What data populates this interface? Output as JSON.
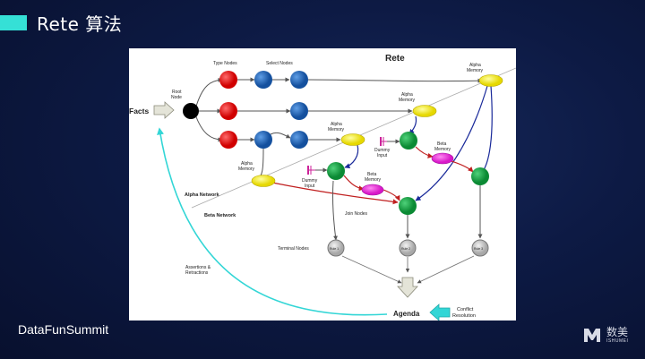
{
  "slide": {
    "title": "Rete 算法",
    "footer": "DataFunSummit"
  },
  "logo": {
    "text": "数美",
    "subtext": "ISHUMEI",
    "icon": "m-logo-icon"
  },
  "diagram": {
    "title": "Rete",
    "labels": {
      "facts": "Facts",
      "root_node_1": "Root",
      "root_node_2": "Node",
      "type_nodes": "Type Nodes",
      "select_nodes": "Select Nodes",
      "alpha_network": "Alpha Network",
      "beta_network": "Beta Network",
      "join_nodes": "Join Nodes",
      "terminal_nodes": "Terminal Nodes",
      "assertions_1": "Assertions &",
      "assertions_2": "Retractions",
      "agenda": "Agenda",
      "conflict_1": "Conflict",
      "conflict_2": "Resolution",
      "alpha_memory_top_1": "Alpha",
      "alpha_memory_top_2": "Memory",
      "alpha_memory_mid_1": "Alpha",
      "alpha_memory_mid_2": "Memory",
      "alpha_memory_left_1": "Alpha",
      "alpha_memory_left_2": "Memory",
      "alpha_memory_right_1": "Alpha",
      "alpha_memory_right_2": "Memory",
      "dummy_input_a_1": "Dummy",
      "dummy_input_a_2": "Input",
      "dummy_input_b_1": "Dummy",
      "dummy_input_b_2": "Input",
      "beta_memory_a_1": "Beta",
      "beta_memory_a_2": "Memory",
      "beta_memory_b_1": "Beta",
      "beta_memory_b_2": "Memory",
      "rule_1": "Rule 1",
      "rule_2": "Rule 2",
      "rule_3": "Rule 3"
    },
    "colors": {
      "root": "#000000",
      "type_node": "#ee1111",
      "select_node": "#1f5fb0",
      "alpha_memory": "#f2ee22",
      "join_node": "#11a040",
      "beta_memory": "#ee22dd",
      "dummy": "#cc2299",
      "feedback": "#33d6d6"
    }
  }
}
